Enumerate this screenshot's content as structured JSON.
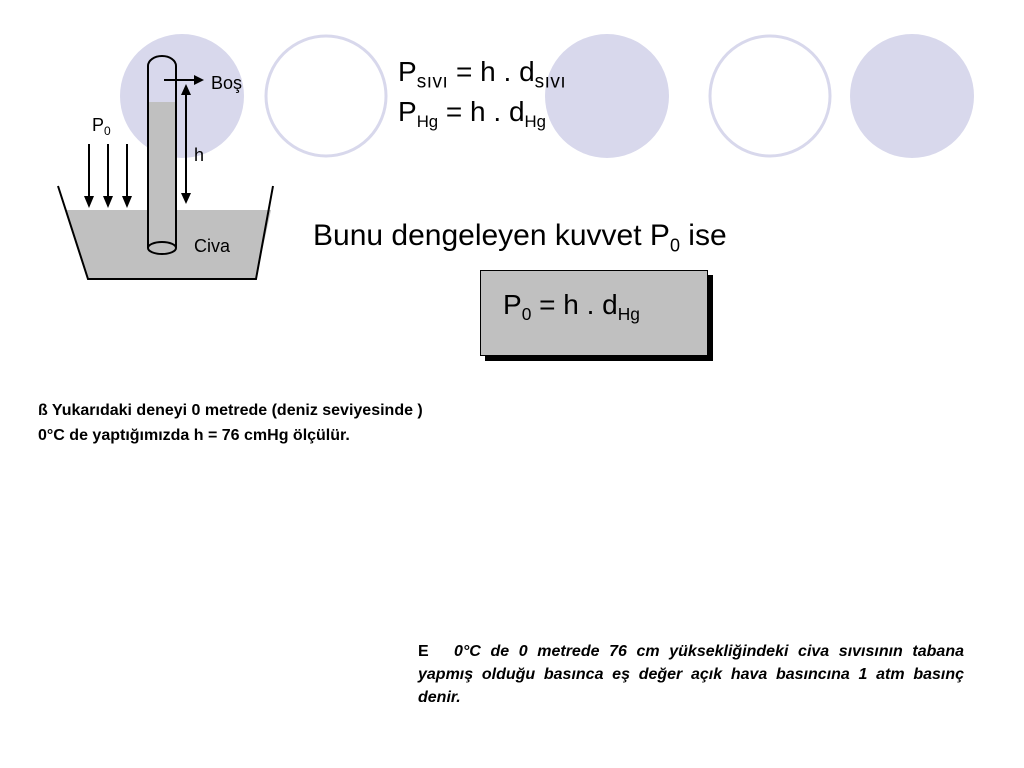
{
  "colors": {
    "circle_fill": "#d8d8ec",
    "circle_stroke": "#d8d8ec",
    "liquid": "#c0c0c0",
    "box_fill": "#c0c0c0",
    "ink": "#000000"
  },
  "diagram": {
    "label_empty": "Boş",
    "label_pressure": "P",
    "label_pressure_sub": "0",
    "label_height": "h",
    "label_liquid": "Civa"
  },
  "formulas": {
    "liquid": {
      "lhs": "P",
      "lhs_sub": "sıvı",
      "eq": " = h . d",
      "rhs_sub": "sıvı"
    },
    "mercury": {
      "lhs": "P",
      "lhs_sub": "Hg",
      "eq": " = h . d",
      "rhs_sub": "Hg"
    }
  },
  "balance": {
    "text": "Bunu dengeleyen kuvvet P",
    "sub": "0",
    "tail": " ise"
  },
  "result": {
    "lhs": "P",
    "lhs_sub": "0",
    "eq": " = h . d",
    "rhs_sub": "Hg"
  },
  "notes": {
    "left": "ß Yukarıdaki deneyi 0 metrede (deniz seviyesinde ) 0°C de yaptığımızda h = 76 cmHg ölçülür.",
    "right_bullet": "E",
    "right": "0°C de 0 metrede 76 cm yüksekliğindeki civa sıvısının tabana yapmış olduğu basınca eş değer açık hava basıncına 1 atm basınç denir."
  }
}
